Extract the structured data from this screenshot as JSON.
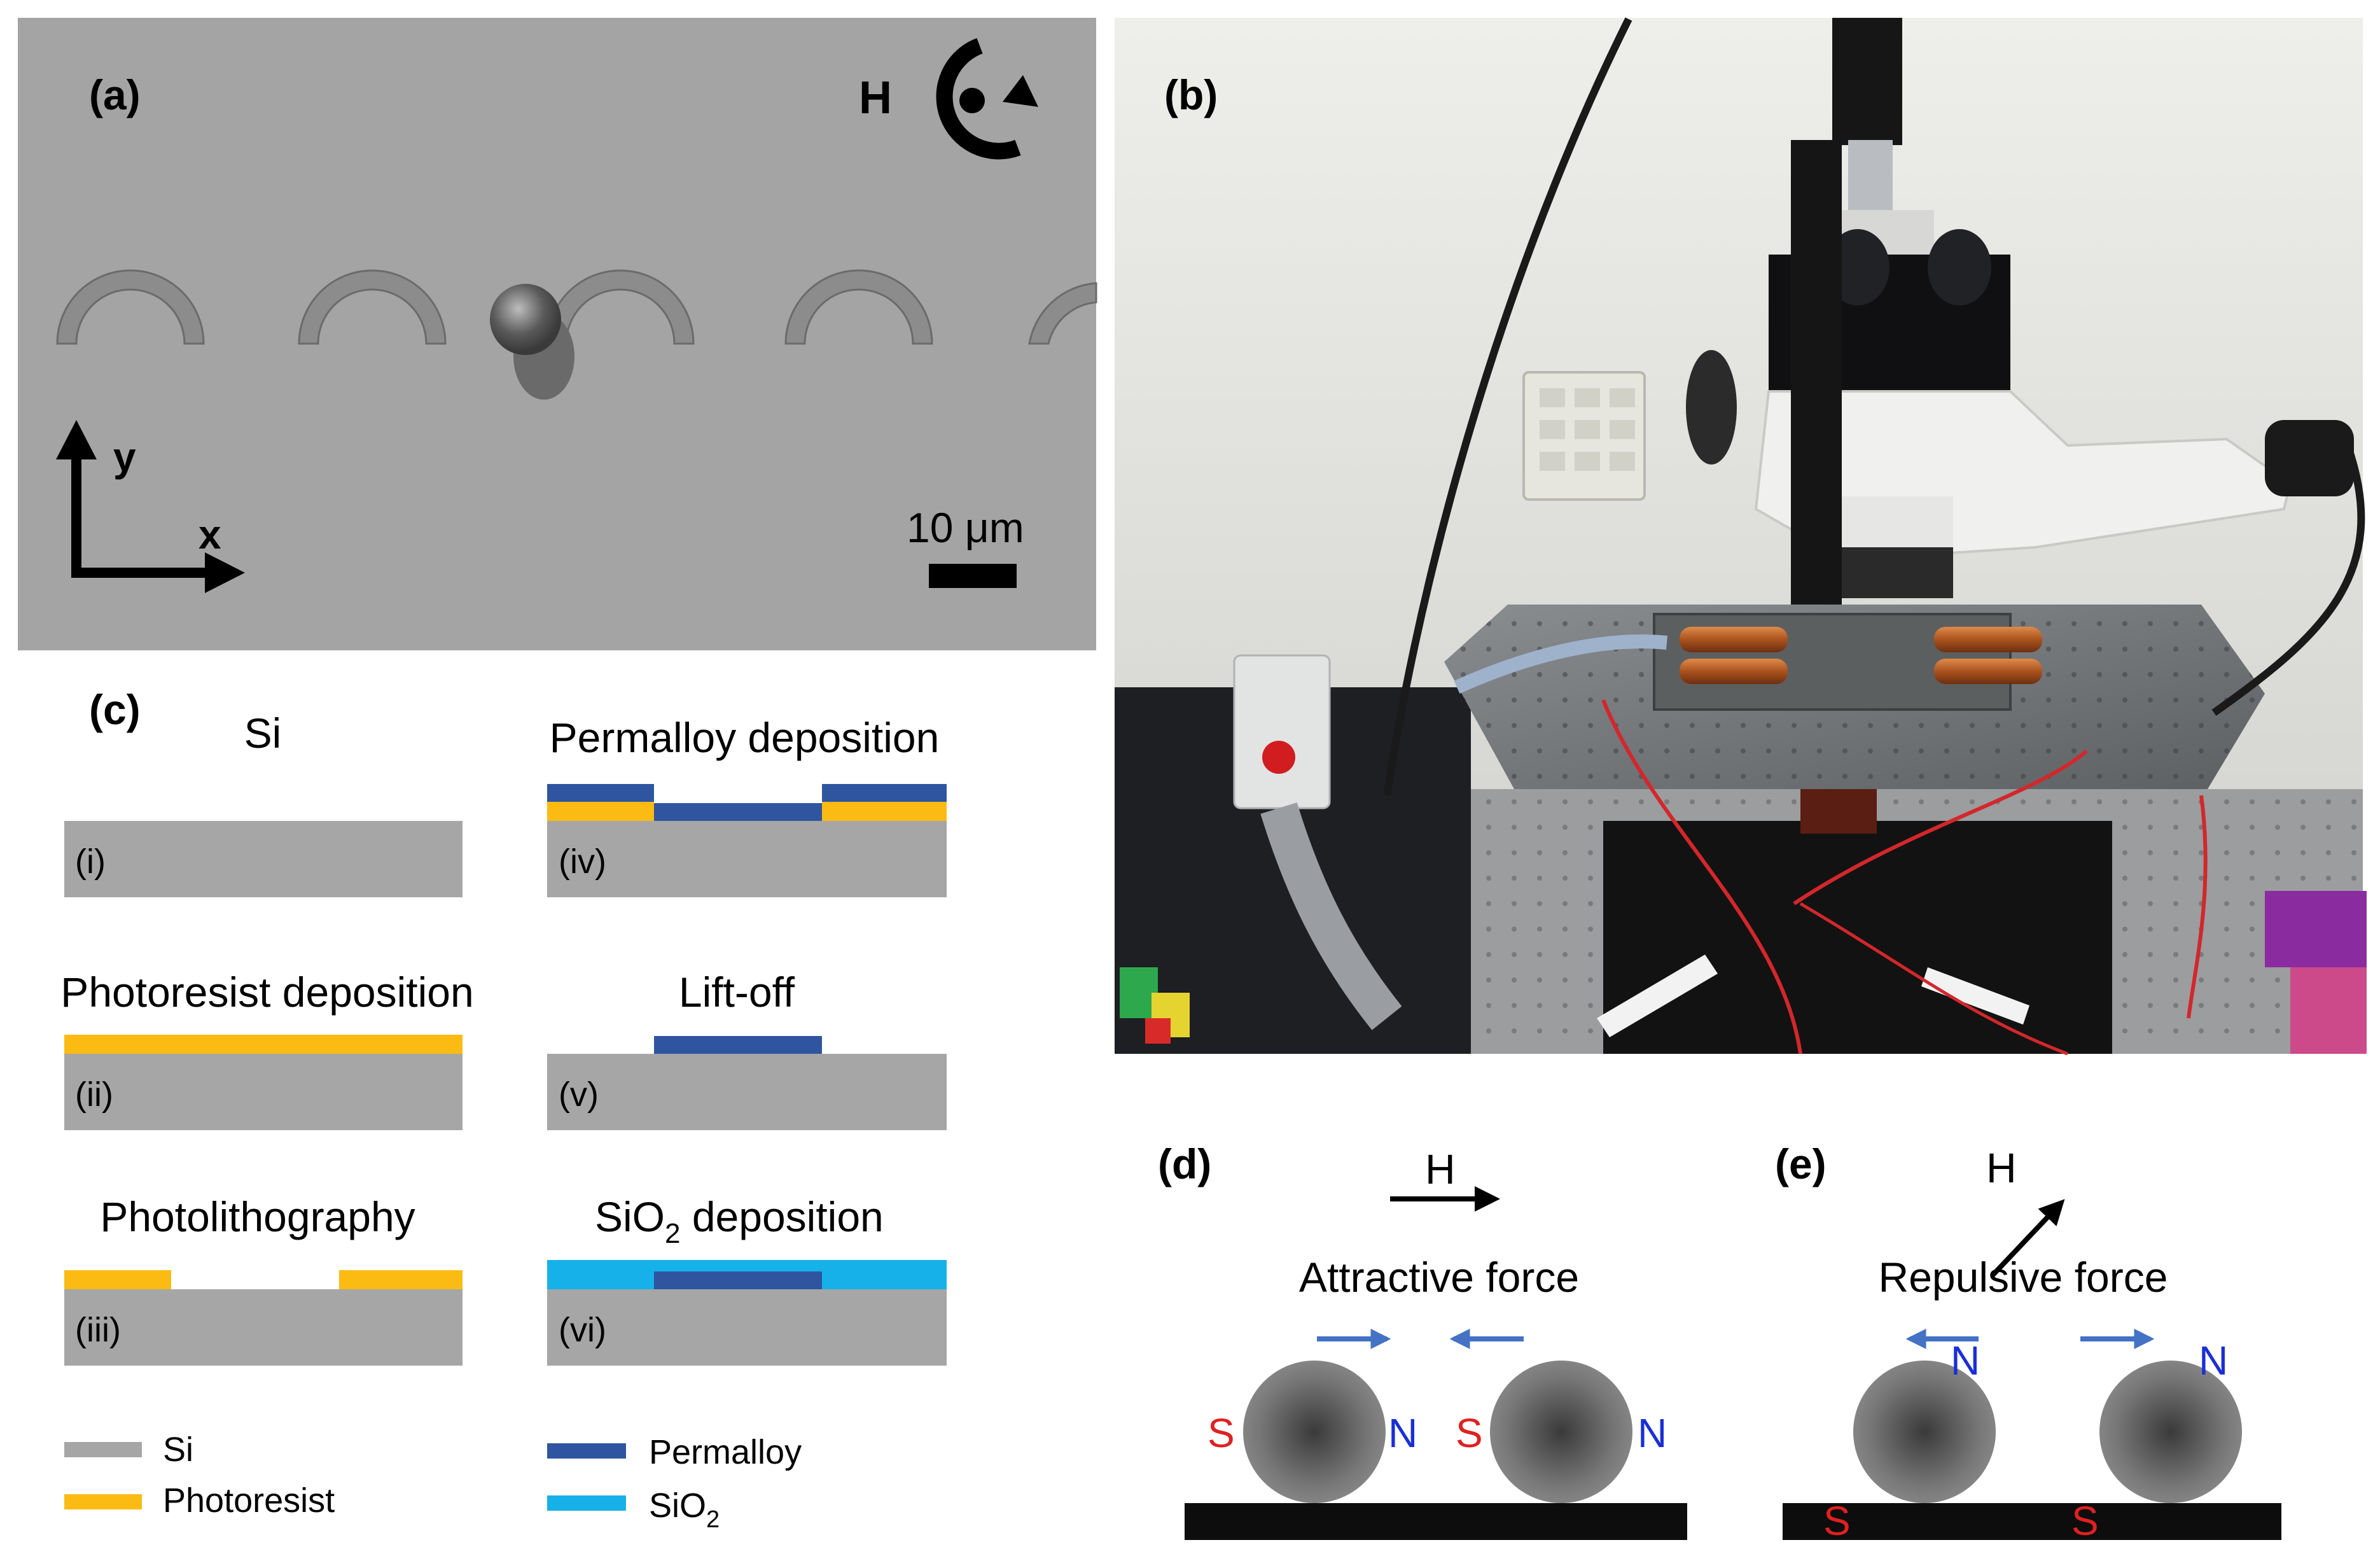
{
  "panel_a": {
    "label": "(a)",
    "field_label": "H",
    "axis_y": "y",
    "axis_x": "x",
    "scale_bar": "10 μm"
  },
  "panel_b": {
    "label": "(b)"
  },
  "panel_c": {
    "label": "(c)",
    "steps": [
      {
        "index": "(i)",
        "title": "Si"
      },
      {
        "index": "(ii)",
        "title": "Photoresist deposition"
      },
      {
        "index": "(iii)",
        "title": "Photolithography"
      },
      {
        "index": "(iv)",
        "title": "Permalloy deposition"
      },
      {
        "index": "(v)",
        "title": "Lift-off"
      },
      {
        "index": "(vi)",
        "title_main": "SiO",
        "title_sub": "2",
        "title_rest": " deposition"
      }
    ],
    "legend": [
      {
        "name": "Si",
        "color": "#a6a6a6"
      },
      {
        "name": "Photoresist",
        "color": "#fbbb13"
      },
      {
        "name": "Permalloy",
        "color": "#2f55a0"
      },
      {
        "name_main": "SiO",
        "name_sub": "2",
        "color": "#17b1ea"
      }
    ]
  },
  "panel_d": {
    "label": "(d)",
    "field_label": "H",
    "force": "Attractive force",
    "poles": [
      "S",
      "N",
      "S",
      "N"
    ]
  },
  "panel_e": {
    "label": "(e)",
    "field_label": "H",
    "force": "Repulsive force",
    "poles": [
      "N",
      "N",
      "S",
      "S"
    ]
  },
  "colors": {
    "si": "#a6a6a6",
    "photoresist": "#fbbb13",
    "permalloy": "#2f55a0",
    "sio2": "#17b1ea",
    "force_arrow": "#4472c4",
    "south": "#e02020",
    "north": "#1a2fd6"
  }
}
